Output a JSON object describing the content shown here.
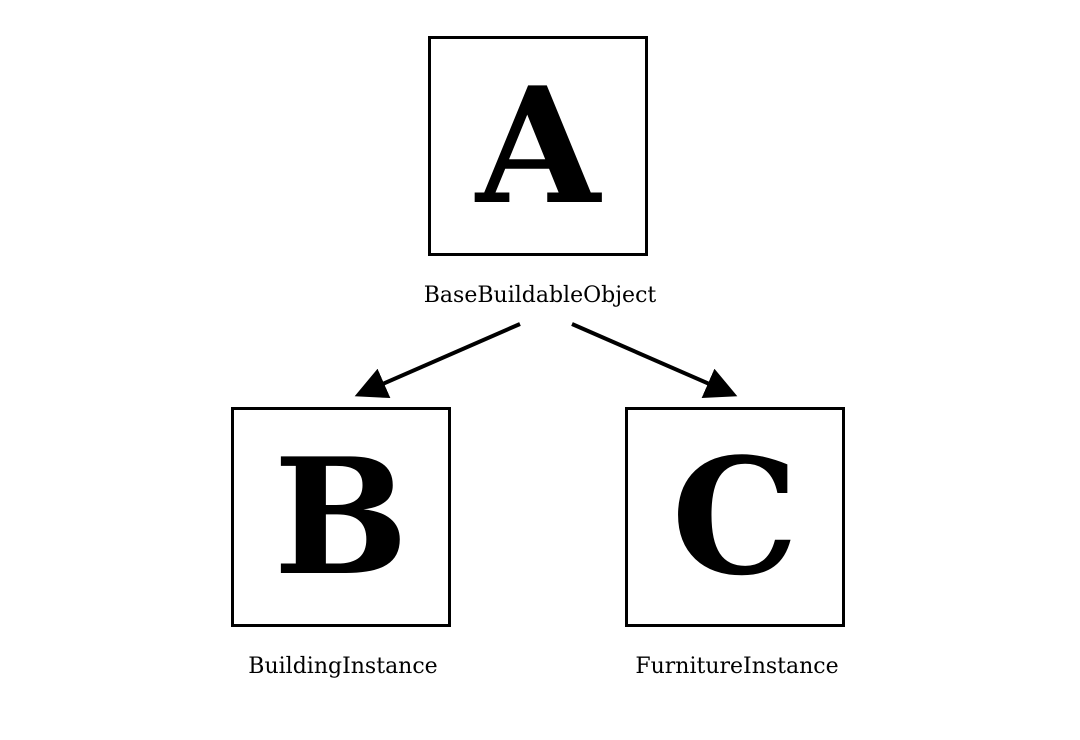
{
  "nodes": [
    {
      "letter": "A",
      "label": "BaseBuildableObject"
    },
    {
      "letter": "B",
      "label": "BuildingInstance"
    },
    {
      "letter": "C",
      "label": "FurnitureInstance"
    }
  ]
}
